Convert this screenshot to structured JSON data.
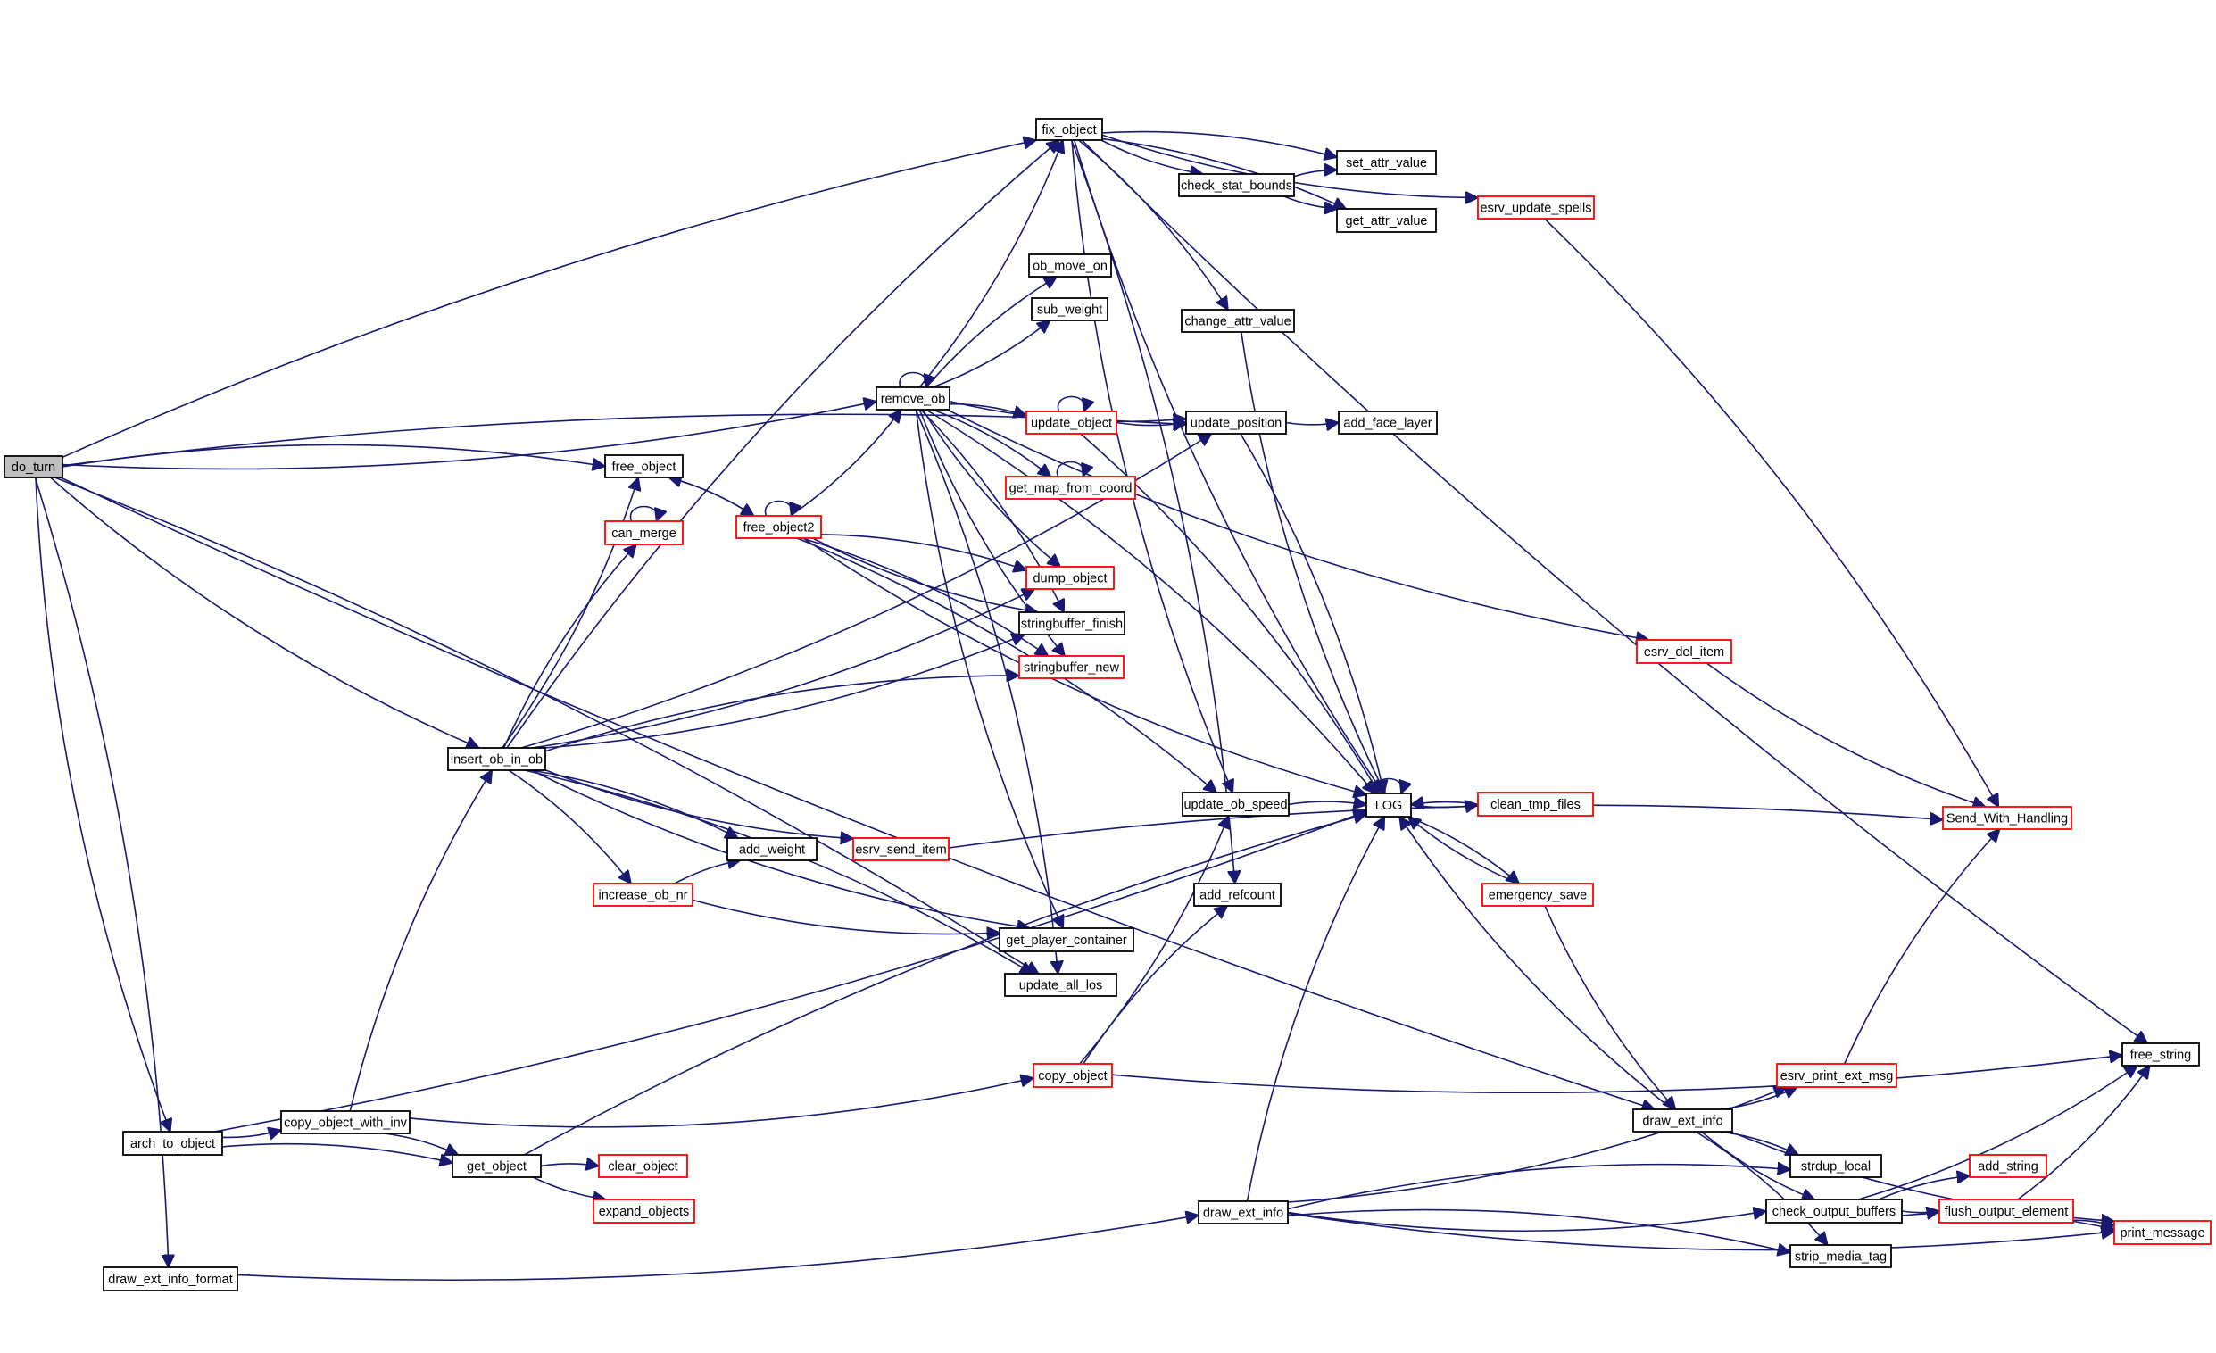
{
  "graph": {
    "kind": "call-graph",
    "colors": {
      "edge": "#191970",
      "node_border": "#000000",
      "truncated_border": "#ff0000",
      "root_fill": "#bfbfbf"
    },
    "nodes": [
      {
        "id": "do_turn",
        "label": "do_turn",
        "style": "root"
      },
      {
        "id": "fix_object",
        "label": "fix_object",
        "style": "normal"
      },
      {
        "id": "set_attr_value",
        "label": "set_attr_value",
        "style": "normal"
      },
      {
        "id": "check_stat_bounds",
        "label": "check_stat_bounds",
        "style": "normal"
      },
      {
        "id": "get_attr_value",
        "label": "get_attr_value",
        "style": "normal"
      },
      {
        "id": "esrv_update_spells",
        "label": "esrv_update_spells",
        "style": "truncated"
      },
      {
        "id": "ob_move_on",
        "label": "ob_move_on",
        "style": "normal"
      },
      {
        "id": "sub_weight",
        "label": "sub_weight",
        "style": "normal"
      },
      {
        "id": "change_attr_value",
        "label": "change_attr_value",
        "style": "normal"
      },
      {
        "id": "remove_ob",
        "label": "remove_ob",
        "style": "normal"
      },
      {
        "id": "update_object",
        "label": "update_object",
        "style": "truncated"
      },
      {
        "id": "update_position",
        "label": "update_position",
        "style": "normal"
      },
      {
        "id": "add_face_layer",
        "label": "add_face_layer",
        "style": "normal"
      },
      {
        "id": "get_map_from_coord",
        "label": "get_map_from_coord",
        "style": "truncated"
      },
      {
        "id": "free_object",
        "label": "free_object",
        "style": "normal"
      },
      {
        "id": "can_merge",
        "label": "can_merge",
        "style": "truncated"
      },
      {
        "id": "free_object2",
        "label": "free_object2",
        "style": "truncated"
      },
      {
        "id": "dump_object",
        "label": "dump_object",
        "style": "truncated"
      },
      {
        "id": "stringbuffer_finish",
        "label": "stringbuffer_finish",
        "style": "normal"
      },
      {
        "id": "stringbuffer_new",
        "label": "stringbuffer_new",
        "style": "truncated"
      },
      {
        "id": "esrv_del_item",
        "label": "esrv_del_item",
        "style": "truncated"
      },
      {
        "id": "insert_ob_in_ob",
        "label": "insert_ob_in_ob",
        "style": "normal"
      },
      {
        "id": "LOG",
        "label": "LOG",
        "style": "normal"
      },
      {
        "id": "clean_tmp_files",
        "label": "clean_tmp_files",
        "style": "truncated"
      },
      {
        "id": "update_ob_speed",
        "label": "update_ob_speed",
        "style": "normal"
      },
      {
        "id": "Send_With_Handling",
        "label": "Send_With_Handling",
        "style": "truncated"
      },
      {
        "id": "add_weight",
        "label": "add_weight",
        "style": "normal"
      },
      {
        "id": "esrv_send_item",
        "label": "esrv_send_item",
        "style": "truncated"
      },
      {
        "id": "increase_ob_nr",
        "label": "increase_ob_nr",
        "style": "truncated"
      },
      {
        "id": "add_refcount",
        "label": "add_refcount",
        "style": "normal"
      },
      {
        "id": "emergency_save",
        "label": "emergency_save",
        "style": "truncated"
      },
      {
        "id": "get_player_container",
        "label": "get_player_container",
        "style": "normal"
      },
      {
        "id": "update_all_los",
        "label": "update_all_los",
        "style": "normal"
      },
      {
        "id": "copy_object",
        "label": "copy_object",
        "style": "truncated"
      },
      {
        "id": "free_string",
        "label": "free_string",
        "style": "normal"
      },
      {
        "id": "esrv_print_ext_msg",
        "label": "esrv_print_ext_msg",
        "style": "truncated"
      },
      {
        "id": "draw_ext_info_a",
        "label": "draw_ext_info",
        "style": "normal"
      },
      {
        "id": "arch_to_object",
        "label": "arch_to_object",
        "style": "normal"
      },
      {
        "id": "copy_object_with_inv",
        "label": "copy_object_with_inv",
        "style": "normal"
      },
      {
        "id": "get_object",
        "label": "get_object",
        "style": "normal"
      },
      {
        "id": "clear_object",
        "label": "clear_object",
        "style": "truncated"
      },
      {
        "id": "expand_objects",
        "label": "expand_objects",
        "style": "truncated"
      },
      {
        "id": "strdup_local",
        "label": "strdup_local",
        "style": "normal"
      },
      {
        "id": "check_output_buffers",
        "label": "check_output_buffers",
        "style": "normal"
      },
      {
        "id": "add_string",
        "label": "add_string",
        "style": "truncated"
      },
      {
        "id": "flush_output_element",
        "label": "flush_output_element",
        "style": "truncated"
      },
      {
        "id": "print_message",
        "label": "print_message",
        "style": "truncated"
      },
      {
        "id": "strip_media_tag",
        "label": "strip_media_tag",
        "style": "normal"
      },
      {
        "id": "draw_ext_info_b",
        "label": "draw_ext_info",
        "style": "normal"
      },
      {
        "id": "draw_ext_info_format",
        "label": "draw_ext_info_format",
        "style": "normal"
      }
    ],
    "edges": [
      [
        "do_turn",
        "fix_object"
      ],
      [
        "do_turn",
        "draw_ext_info_a"
      ],
      [
        "do_turn",
        "update_position"
      ],
      [
        "do_turn",
        "remove_ob"
      ],
      [
        "do_turn",
        "free_object"
      ],
      [
        "do_turn",
        "insert_ob_in_ob"
      ],
      [
        "do_turn",
        "update_all_los"
      ],
      [
        "do_turn",
        "arch_to_object"
      ],
      [
        "do_turn",
        "draw_ext_info_format"
      ],
      [
        "fix_object",
        "free_string"
      ],
      [
        "fix_object",
        "set_attr_value"
      ],
      [
        "fix_object",
        "check_stat_bounds"
      ],
      [
        "fix_object",
        "get_attr_value"
      ],
      [
        "fix_object",
        "esrv_update_spells"
      ],
      [
        "fix_object",
        "change_attr_value"
      ],
      [
        "fix_object",
        "update_ob_speed"
      ],
      [
        "fix_object",
        "add_refcount"
      ],
      [
        "fix_object",
        "LOG"
      ],
      [
        "check_stat_bounds",
        "set_attr_value"
      ],
      [
        "check_stat_bounds",
        "get_attr_value"
      ],
      [
        "esrv_update_spells",
        "Send_With_Handling"
      ],
      [
        "change_attr_value",
        "LOG"
      ],
      [
        "remove_ob",
        "remove_ob"
      ],
      [
        "remove_ob",
        "fix_object"
      ],
      [
        "remove_ob",
        "ob_move_on"
      ],
      [
        "remove_ob",
        "sub_weight"
      ],
      [
        "remove_ob",
        "update_object"
      ],
      [
        "remove_ob",
        "update_position"
      ],
      [
        "remove_ob",
        "get_map_from_coord"
      ],
      [
        "remove_ob",
        "dump_object"
      ],
      [
        "remove_ob",
        "stringbuffer_finish"
      ],
      [
        "remove_ob",
        "stringbuffer_new"
      ],
      [
        "remove_ob",
        "LOG"
      ],
      [
        "remove_ob",
        "get_player_container"
      ],
      [
        "remove_ob",
        "update_all_los"
      ],
      [
        "remove_ob",
        "esrv_del_item"
      ],
      [
        "update_object",
        "update_object"
      ],
      [
        "update_object",
        "update_position"
      ],
      [
        "update_object",
        "LOG"
      ],
      [
        "update_position",
        "add_face_layer"
      ],
      [
        "update_position",
        "LOG"
      ],
      [
        "get_map_from_coord",
        "get_map_from_coord"
      ],
      [
        "free_object",
        "free_object2"
      ],
      [
        "free_object2",
        "free_object"
      ],
      [
        "free_object2",
        "free_object2"
      ],
      [
        "free_object2",
        "remove_ob"
      ],
      [
        "free_object2",
        "dump_object"
      ],
      [
        "free_object2",
        "stringbuffer_finish"
      ],
      [
        "free_object2",
        "stringbuffer_new"
      ],
      [
        "free_object2",
        "LOG"
      ],
      [
        "free_object2",
        "update_ob_speed"
      ],
      [
        "can_merge",
        "can_merge"
      ],
      [
        "insert_ob_in_ob",
        "fix_object"
      ],
      [
        "insert_ob_in_ob",
        "free_object"
      ],
      [
        "insert_ob_in_ob",
        "can_merge"
      ],
      [
        "insert_ob_in_ob",
        "stringbuffer_finish"
      ],
      [
        "insert_ob_in_ob",
        "stringbuffer_new"
      ],
      [
        "insert_ob_in_ob",
        "update_position"
      ],
      [
        "insert_ob_in_ob",
        "add_weight"
      ],
      [
        "insert_ob_in_ob",
        "esrv_send_item"
      ],
      [
        "insert_ob_in_ob",
        "increase_ob_nr"
      ],
      [
        "insert_ob_in_ob",
        "get_player_container"
      ],
      [
        "insert_ob_in_ob",
        "update_all_los"
      ],
      [
        "insert_ob_in_ob",
        "dump_object"
      ],
      [
        "increase_ob_nr",
        "add_weight"
      ],
      [
        "increase_ob_nr",
        "get_player_container"
      ],
      [
        "esrv_send_item",
        "Send_With_Handling"
      ],
      [
        "esrv_del_item",
        "Send_With_Handling"
      ],
      [
        "LOG",
        "LOG"
      ],
      [
        "LOG",
        "clean_tmp_files"
      ],
      [
        "LOG",
        "emergency_save"
      ],
      [
        "clean_tmp_files",
        "LOG"
      ],
      [
        "emergency_save",
        "LOG"
      ],
      [
        "emergency_save",
        "draw_ext_info_a"
      ],
      [
        "update_ob_speed",
        "LOG"
      ],
      [
        "copy_object",
        "update_ob_speed"
      ],
      [
        "copy_object",
        "add_refcount"
      ],
      [
        "copy_object",
        "free_string"
      ],
      [
        "copy_object_with_inv",
        "insert_ob_in_ob"
      ],
      [
        "copy_object_with_inv",
        "copy_object"
      ],
      [
        "copy_object_with_inv",
        "get_object"
      ],
      [
        "arch_to_object",
        "copy_object_with_inv"
      ],
      [
        "arch_to_object",
        "get_object"
      ],
      [
        "arch_to_object",
        "LOG"
      ],
      [
        "get_object",
        "clear_object"
      ],
      [
        "get_object",
        "expand_objects"
      ],
      [
        "get_object",
        "LOG"
      ],
      [
        "draw_ext_info_format",
        "draw_ext_info_b"
      ],
      [
        "draw_ext_info_b",
        "LOG"
      ],
      [
        "draw_ext_info_b",
        "esrv_print_ext_msg"
      ],
      [
        "draw_ext_info_b",
        "strdup_local"
      ],
      [
        "draw_ext_info_b",
        "check_output_buffers"
      ],
      [
        "draw_ext_info_b",
        "strip_media_tag"
      ],
      [
        "draw_ext_info_b",
        "print_message"
      ],
      [
        "draw_ext_info_a",
        "LOG"
      ],
      [
        "draw_ext_info_a",
        "esrv_print_ext_msg"
      ],
      [
        "draw_ext_info_a",
        "strdup_local"
      ],
      [
        "draw_ext_info_a",
        "check_output_buffers"
      ],
      [
        "draw_ext_info_a",
        "strip_media_tag"
      ],
      [
        "draw_ext_info_a",
        "print_message"
      ],
      [
        "esrv_print_ext_msg",
        "Send_With_Handling"
      ],
      [
        "check_output_buffers",
        "free_string"
      ],
      [
        "check_output_buffers",
        "add_string"
      ],
      [
        "check_output_buffers",
        "flush_output_element"
      ],
      [
        "check_output_buffers",
        "print_message"
      ],
      [
        "flush_output_element",
        "free_string"
      ],
      [
        "flush_output_element",
        "print_message"
      ]
    ]
  }
}
